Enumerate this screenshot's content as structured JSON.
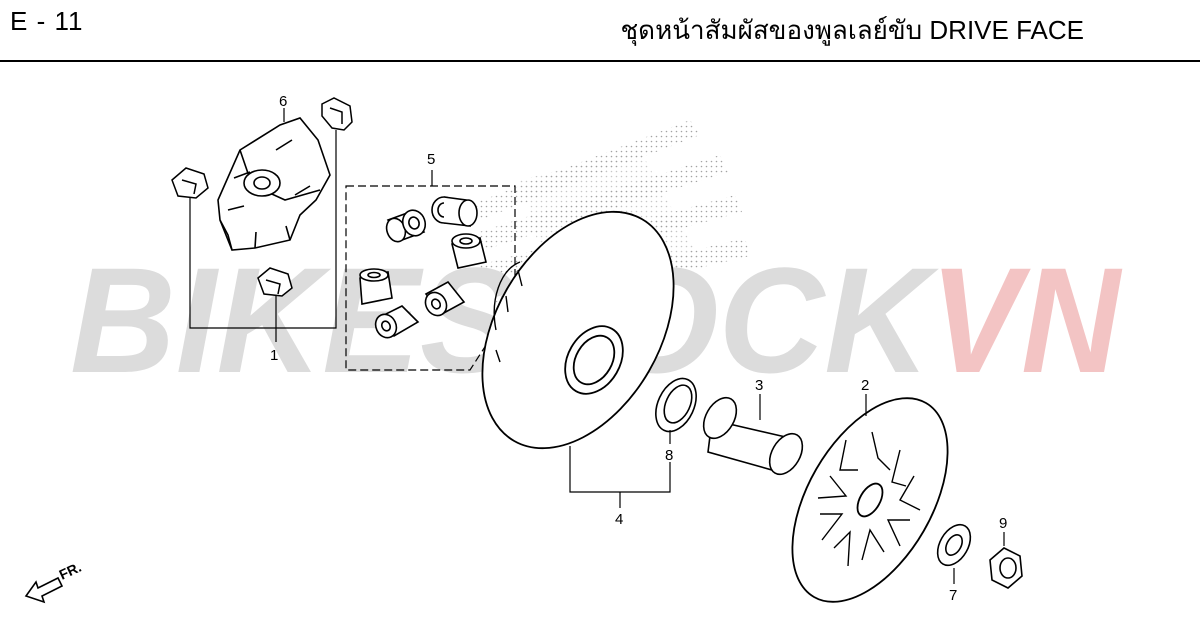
{
  "header": {
    "page_code": "E - 11",
    "title": "ชุดหน้าสัมผัสของพูลเลย์ขับ  DRIVE FACE"
  },
  "watermark": {
    "text_main": "BIKESTOCK",
    "text_accent": "VN",
    "main_color": "#dcdcdc",
    "accent_color": "#f3c4c4"
  },
  "front_indicator": {
    "label": "FR."
  },
  "callouts": {
    "c1": "1",
    "c2": "2",
    "c3": "3",
    "c4": "4",
    "c5": "5",
    "c6": "6",
    "c7": "7",
    "c8": "8",
    "c9": "9"
  }
}
